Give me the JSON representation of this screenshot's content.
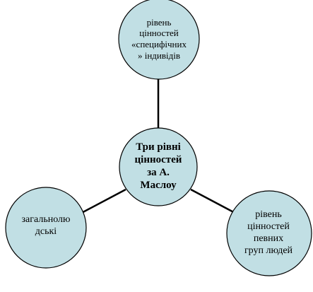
{
  "diagram": {
    "colors": {
      "node_fill": "#c1dfe4",
      "node_stroke": "#000000",
      "connector": "#000000"
    },
    "center": {
      "lines": [
        "Три рівні",
        "цінностей",
        "за А.",
        "Маслоу"
      ]
    },
    "top": {
      "lines": [
        "рівень",
        "цінностей",
        "«специфічних",
        "» індивідів"
      ]
    },
    "left": {
      "lines": [
        "загальнолю",
        "дські"
      ]
    },
    "right": {
      "lines": [
        "рівень",
        "цінностей",
        "певних",
        "груп людей"
      ]
    }
  }
}
